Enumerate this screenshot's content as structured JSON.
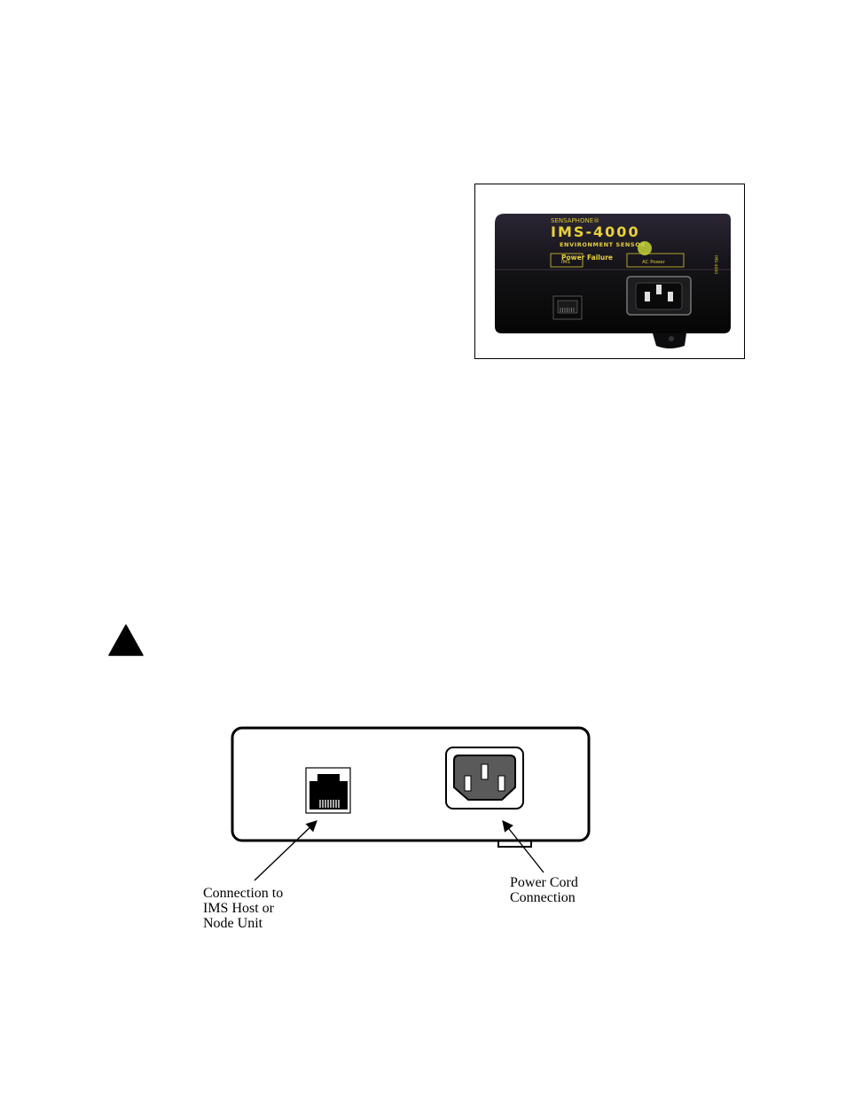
{
  "photo": {
    "brand": "SENSAPHONE®",
    "model": "IMS-4000",
    "subtitle": "ENVIRONMENT SENSOR",
    "status_label": "Power Failure",
    "port_left_label": "IMS",
    "port_right_label": "AC Power"
  },
  "diagram": {
    "rj45_label": "Connection to\nIMS Host or\nNode Unit",
    "power_label": "Power Cord\nConnection"
  },
  "icons": {
    "warning": "warning-triangle-icon",
    "rj45": "rj45-jack-icon",
    "ac_inlet": "ac-inlet-icon"
  },
  "colors": {
    "device_body": "#1c1a22",
    "device_text": "#e8d23a",
    "led": "#c6d23a"
  }
}
